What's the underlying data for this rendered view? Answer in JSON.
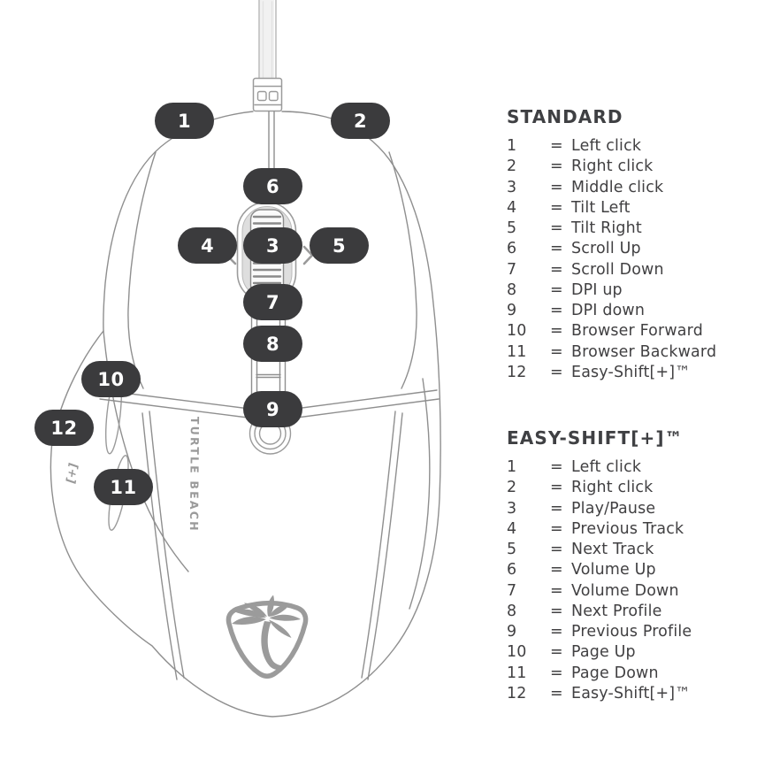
{
  "colors": {
    "background": "#ffffff",
    "pill_bg": "#3b3b3d",
    "pill_text": "#ffffff",
    "line_gray": "#8f8f8f",
    "accent_gray": "#9a9a9a",
    "legend_text": "#414042"
  },
  "mouse": {
    "brand_label": "TURTLE BEACH",
    "wing_label": "[+]",
    "logo_icon": "turtle-beach-palm-logo",
    "callouts": {
      "b1": "1",
      "b2": "2",
      "b3": "3",
      "b4": "4",
      "b5": "5",
      "b6": "6",
      "b7": "7",
      "b8": "8",
      "b9": "9",
      "b10": "10",
      "b11": "11",
      "b12": "12"
    }
  },
  "legends": [
    {
      "title": "STANDARD",
      "separator": "=",
      "items": [
        {
          "num": "1",
          "label": "Left click"
        },
        {
          "num": "2",
          "label": "Right click"
        },
        {
          "num": "3",
          "label": "Middle click"
        },
        {
          "num": "4",
          "label": "Tilt Left"
        },
        {
          "num": "5",
          "label": "Tilt Right"
        },
        {
          "num": "6",
          "label": "Scroll Up"
        },
        {
          "num": "7",
          "label": "Scroll Down"
        },
        {
          "num": "8",
          "label": "DPI up"
        },
        {
          "num": "9",
          "label": "DPI down"
        },
        {
          "num": "10",
          "label": "Browser Forward"
        },
        {
          "num": "11",
          "label": "Browser Backward"
        },
        {
          "num": "12",
          "label": "Easy-Shift[+]™"
        }
      ]
    },
    {
      "title": "EASY-SHIFT[+]™",
      "separator": "=",
      "items": [
        {
          "num": "1",
          "label": "Left click"
        },
        {
          "num": "2",
          "label": "Right click"
        },
        {
          "num": "3",
          "label": "Play/Pause"
        },
        {
          "num": "4",
          "label": "Previous Track"
        },
        {
          "num": "5",
          "label": "Next Track"
        },
        {
          "num": "6",
          "label": "Volume Up"
        },
        {
          "num": "7",
          "label": "Volume Down"
        },
        {
          "num": "8",
          "label": "Next Profile"
        },
        {
          "num": "9",
          "label": "Previous Profile"
        },
        {
          "num": "10",
          "label": "Page Up"
        },
        {
          "num": "11",
          "label": "Page Down"
        },
        {
          "num": "12",
          "label": "Easy-Shift[+]™"
        }
      ]
    }
  ]
}
